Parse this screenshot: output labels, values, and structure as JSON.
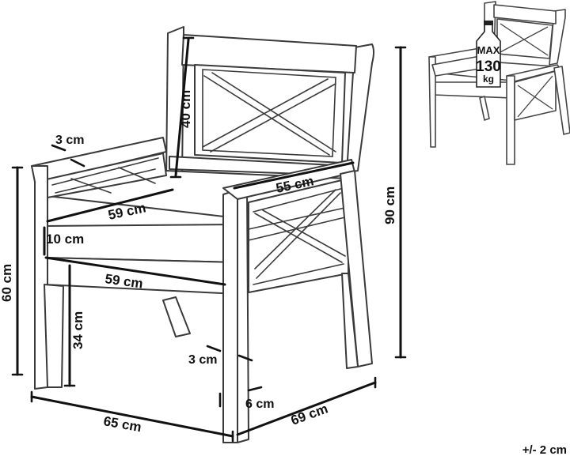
{
  "dimensions": {
    "arm_width": "3 cm",
    "back_height": "40 cm",
    "back_width": "55 cm",
    "seat_depth": "59 cm",
    "cushion_thickness": "10 cm",
    "seat_width": "59 cm",
    "arm_height": "60 cm",
    "seat_height": "34 cm",
    "total_height": "90 cm",
    "leg_width_front": "3 cm",
    "leg_depth": "6 cm",
    "total_width": "65 cm",
    "total_depth": "69 cm"
  },
  "badge": {
    "line1": "MAX",
    "line2": "130",
    "line3": "kg"
  },
  "tolerance": "+/- 2 cm"
}
